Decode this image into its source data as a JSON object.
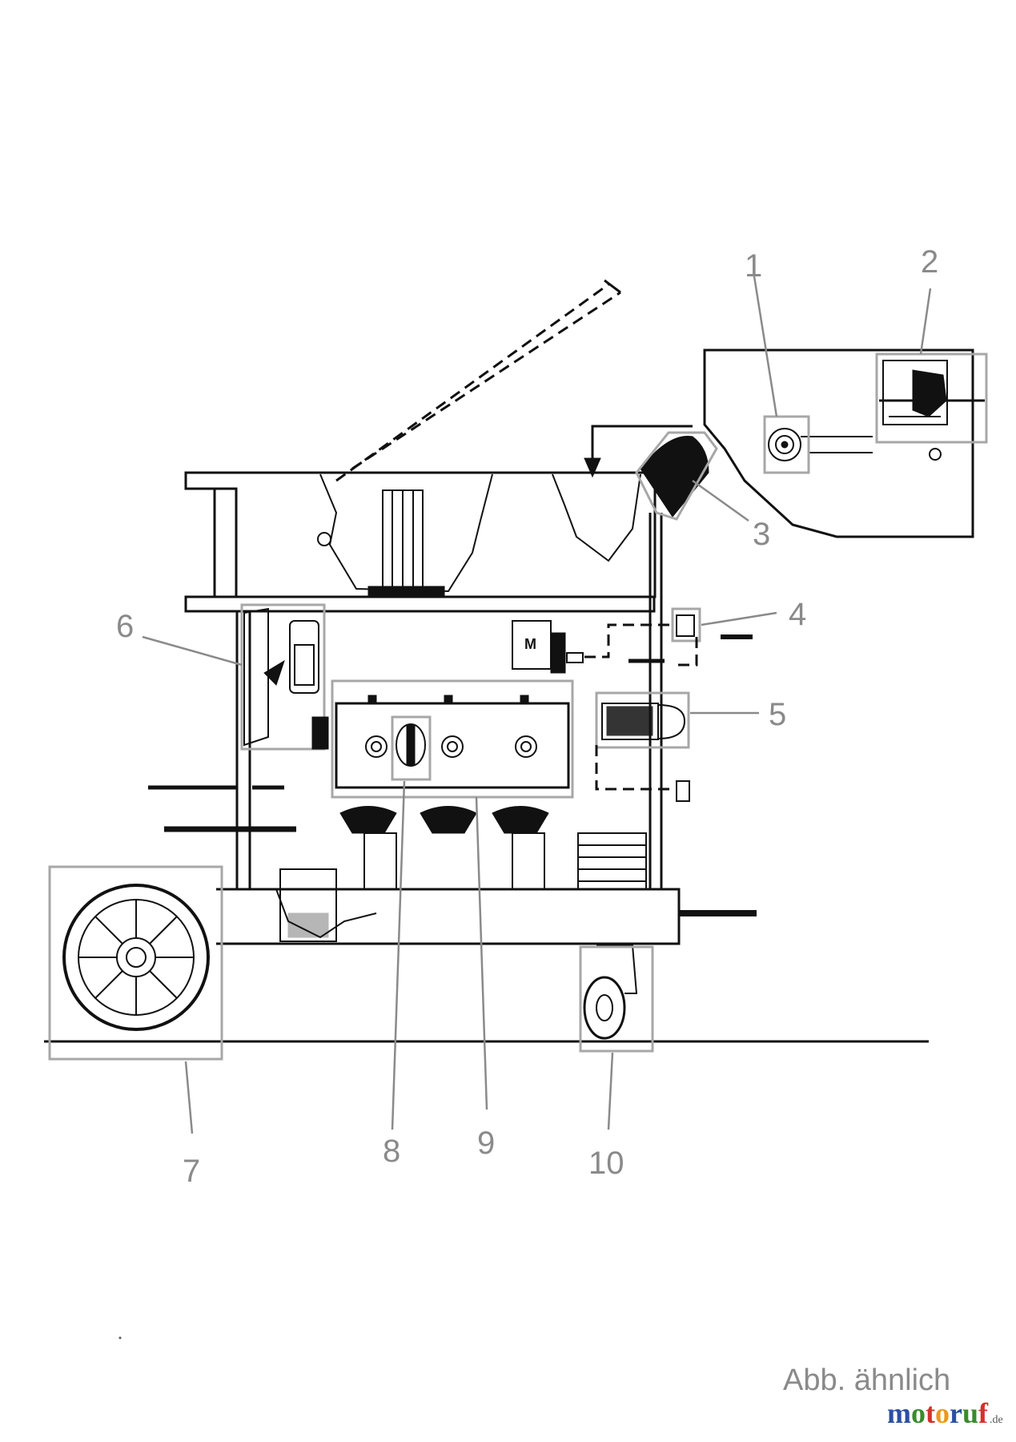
{
  "callouts": [
    {
      "id": "1",
      "label": "1"
    },
    {
      "id": "2",
      "label": "2"
    },
    {
      "id": "3",
      "label": "3"
    },
    {
      "id": "4",
      "label": "4"
    },
    {
      "id": "5",
      "label": "5"
    },
    {
      "id": "6",
      "label": "6"
    },
    {
      "id": "7",
      "label": "7"
    },
    {
      "id": "8",
      "label": "8"
    },
    {
      "id": "9",
      "label": "9"
    },
    {
      "id": "10",
      "label": "10"
    }
  ],
  "motor_label": "M",
  "footer": {
    "note": "Abb. ähnlich",
    "brand": {
      "letters": [
        "m",
        "o",
        "t",
        "o",
        "r",
        "u",
        "f"
      ],
      "colors": [
        "#2b4fa3",
        "#3a8a2e",
        "#d3312b",
        "#e89a1e",
        "#2b4fa3",
        "#3a8a2e",
        "#d3312b"
      ],
      "tld": ".de"
    }
  }
}
